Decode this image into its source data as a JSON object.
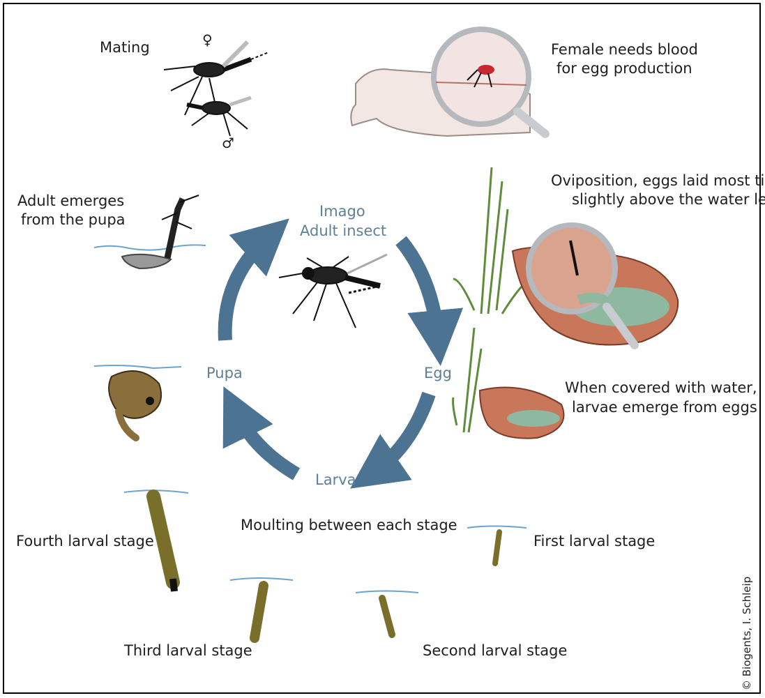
{
  "cycle": {
    "imago_line1": "Imago",
    "imago_line2": "Adult insect",
    "egg": "Egg",
    "larva": "Larva",
    "pupa": "Pupa"
  },
  "labels": {
    "mating": "Mating",
    "female_symbol": "♀",
    "male_symbol": "♂",
    "blood_line1": "Female needs blood",
    "blood_line2": "for egg production",
    "oviposition_line1": "Oviposition, eggs laid most times",
    "oviposition_line2": "slightly above the water level",
    "water_line1": "When covered with water,",
    "water_line2": "larvae emerge from eggs",
    "adult_line1": "Adult emerges",
    "adult_line2": "from the pupa",
    "moulting": "Moulting between each stage",
    "first_larval": "First larval stage",
    "second_larval": "Second larval stage",
    "third_larval": "Third larval stage",
    "fourth_larval": "Fourth larval stage"
  },
  "credit": "© Biogents, I. Schleip",
  "colors": {
    "arrow": "#4c7391",
    "cycle_text": "#5d7f98",
    "water": "#6aa3cf",
    "larva": "#7a6f2a",
    "pupa": "#8a6f3c",
    "bowl": "#c9775b",
    "bowl_water": "#8fb8a0",
    "grass": "#5f8c3a"
  }
}
